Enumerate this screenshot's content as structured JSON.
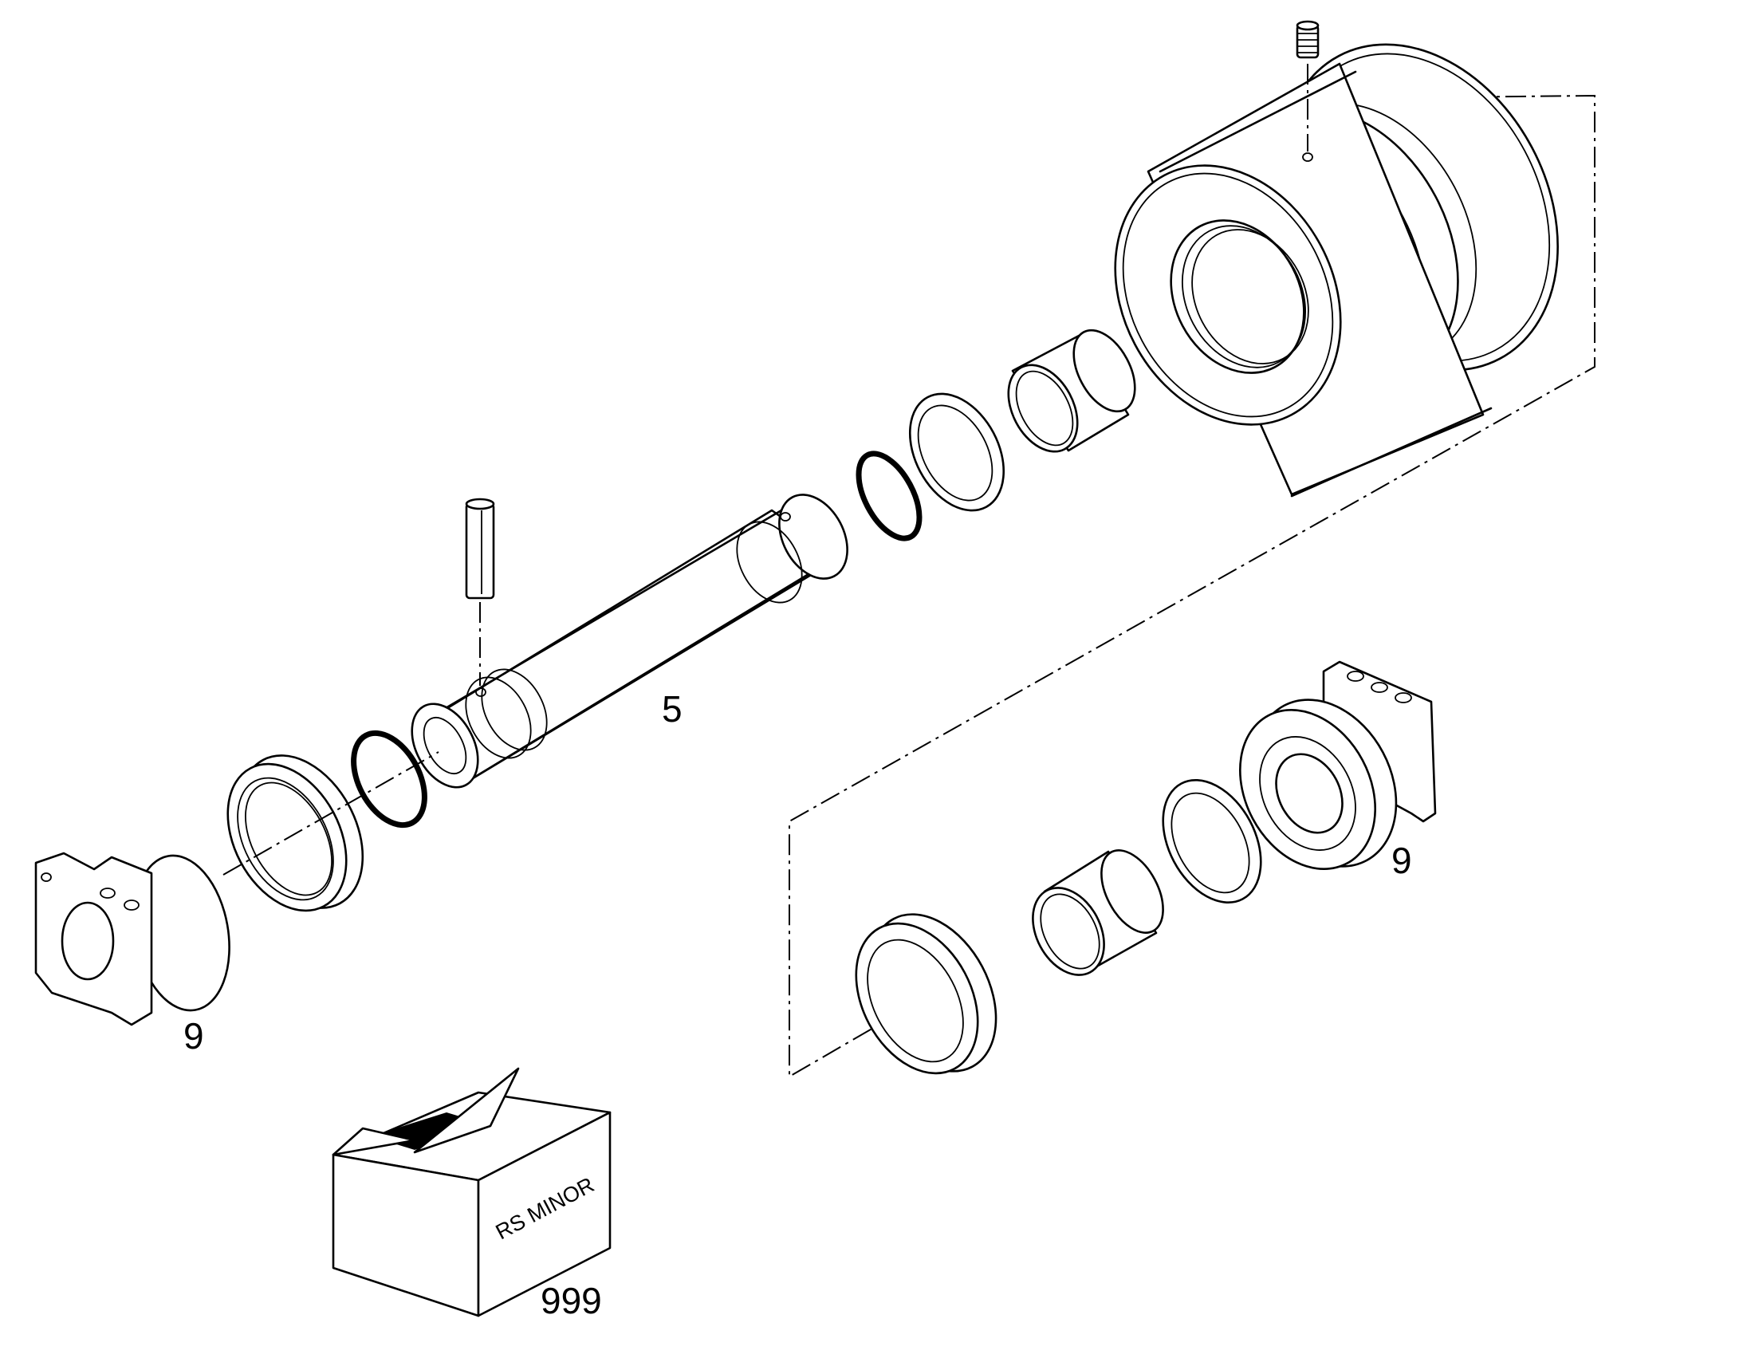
{
  "diagram": {
    "type": "exploded-parts-view",
    "callouts": [
      {
        "id": "shaft",
        "text": "5"
      },
      {
        "id": "end-cap-left",
        "text": "9"
      },
      {
        "id": "end-cap-right",
        "text": "9"
      },
      {
        "id": "kit-box",
        "text": "999"
      }
    ],
    "box_text": "RS MINOR"
  }
}
